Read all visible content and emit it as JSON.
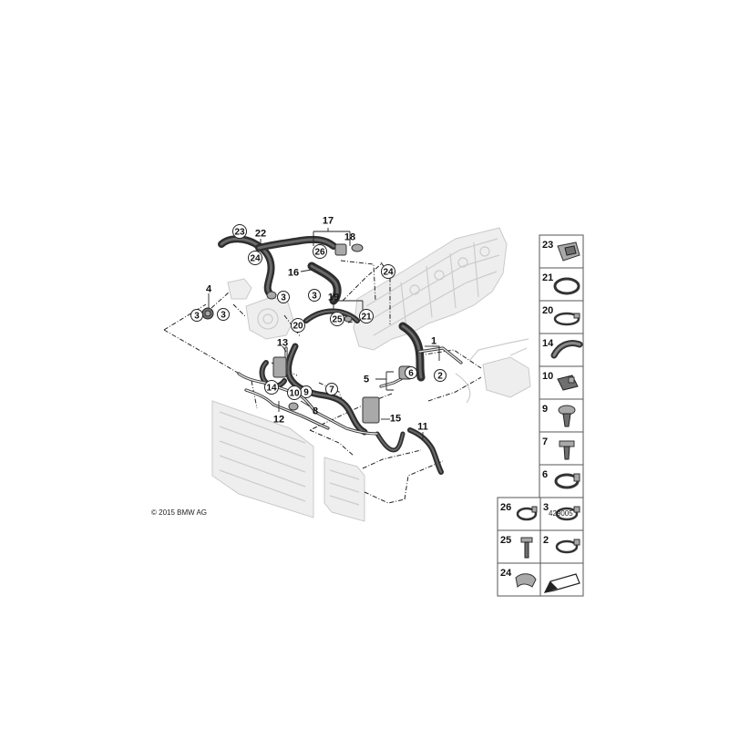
{
  "callouts": [
    {
      "n": "1",
      "circled": false
    },
    {
      "n": "2",
      "circled": true
    },
    {
      "n": "3",
      "circled": true
    },
    {
      "n": "3",
      "circled": true
    },
    {
      "n": "3",
      "circled": true
    },
    {
      "n": "3",
      "circled": true
    },
    {
      "n": "4",
      "circled": false
    },
    {
      "n": "5",
      "circled": false
    },
    {
      "n": "6",
      "circled": true
    },
    {
      "n": "7",
      "circled": true
    },
    {
      "n": "8",
      "circled": false
    },
    {
      "n": "9",
      "circled": true
    },
    {
      "n": "10",
      "circled": true
    },
    {
      "n": "11",
      "circled": false
    },
    {
      "n": "12",
      "circled": false
    },
    {
      "n": "13",
      "circled": false
    },
    {
      "n": "14",
      "circled": true
    },
    {
      "n": "15",
      "circled": false
    },
    {
      "n": "16",
      "circled": false
    },
    {
      "n": "17",
      "circled": false
    },
    {
      "n": "18",
      "circled": false
    },
    {
      "n": "19",
      "circled": false
    },
    {
      "n": "20",
      "circled": true
    },
    {
      "n": "21",
      "circled": true
    },
    {
      "n": "22",
      "circled": false
    },
    {
      "n": "23",
      "circled": true
    },
    {
      "n": "24",
      "circled": true
    },
    {
      "n": "24",
      "circled": true
    },
    {
      "n": "25",
      "circled": true
    },
    {
      "n": "26",
      "circled": true
    }
  ],
  "parts_panel": {
    "single": [
      "23",
      "21",
      "20",
      "14",
      "10",
      "9",
      "7",
      "6"
    ],
    "double_left": [
      "26",
      "25",
      "24"
    ],
    "double_right": [
      "3",
      "2"
    ]
  },
  "copyright": "© 2015 BMW AG",
  "diagram_number": "429005"
}
